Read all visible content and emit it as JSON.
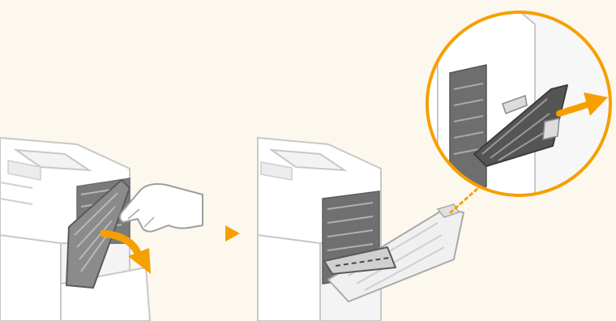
{
  "colors": {
    "background": "#fdf8ee",
    "accent_orange": "#f5a000",
    "printer_body": "#ffffff",
    "printer_outline": "#c8c8c8",
    "printer_shadow": "#e9e9e9",
    "inner_dark": "#6e6e6e",
    "inner_mid": "#9a9a9a",
    "paper": "#d0d0d0"
  },
  "illustration": {
    "step_1": {
      "subject": "printer",
      "cover_state": "opening",
      "arrow_icon": "curved-arrow-down-icon",
      "hand_icon": "hand-icon"
    },
    "step_indicator_icon": "triangle-right-icon",
    "step_2": {
      "subject": "printer",
      "cover_state": "open",
      "paper_icon": "jammed-paper-icon",
      "zoom_callout_icon": "magnifier-circle-icon",
      "pull_arrow_icon": "arrow-right-icon"
    }
  }
}
